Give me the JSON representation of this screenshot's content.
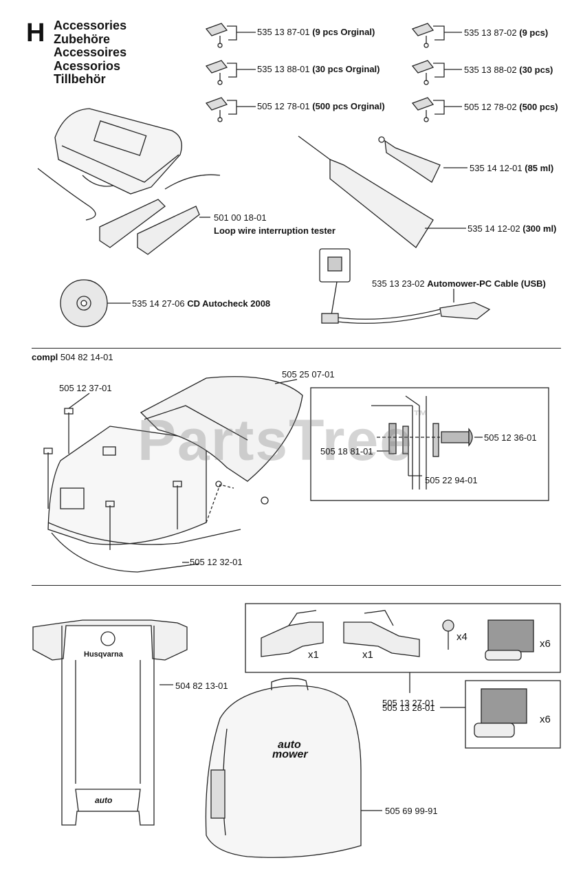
{
  "section": {
    "letter": "H",
    "titles": [
      "Accessories",
      "Zubehöre",
      "Accessoires",
      "Acessorios",
      "Tillbehör"
    ]
  },
  "blades": [
    {
      "part": "535 13 87-01",
      "note": "(9 pcs Orginal)"
    },
    {
      "part": "535 13 88-01",
      "note": "(30 pcs Orginal)"
    },
    {
      "part": "505 12 78-01",
      "note": "(500 pcs Orginal)"
    },
    {
      "part": "535 13 87-02",
      "note": "(9 pcs)"
    },
    {
      "part": "535 13 88-02",
      "note": "(30 pcs)"
    },
    {
      "part": "505 12 78-02",
      "note": "(500 pcs)"
    }
  ],
  "tester": {
    "part": "501 00 18-01",
    "name": "Loop wire interruption tester"
  },
  "grease_small": {
    "part": "535 14 12-01",
    "note": "(85 ml)"
  },
  "grease_large": {
    "part": "535 14 12-02",
    "note": "(300 ml)"
  },
  "cable": {
    "part": "535 13 23-02",
    "name": "Automower-PC Cable (USB)"
  },
  "cd": {
    "part": "535 14 27-06",
    "name": "CD Autocheck 2008"
  },
  "house": {
    "compl_label": "compl",
    "compl_part": "504 82 14-01",
    "roof_part": "505 25 07-01",
    "screw_part": "505 12 37-01",
    "base_part": "505 12 32-01",
    "pin_part": "505 12 36-01",
    "washer_part": "505 18 81-01",
    "clip_part": "505 22 94-01"
  },
  "watermark": "PartsTree",
  "watermark_mark": "™",
  "bottom": {
    "kit_part": "505 13 27-01",
    "kit_qty": [
      "x1",
      "x1",
      "x4",
      "x6"
    ],
    "brush_part": "505 13 28-01",
    "brush_qty": "x6",
    "wall_hanger_part": "504 82 13-01",
    "bag_part": "505 69 99-91",
    "brand_text": "Husqvarna",
    "auto_text": "auto",
    "mower_text": "mower"
  }
}
